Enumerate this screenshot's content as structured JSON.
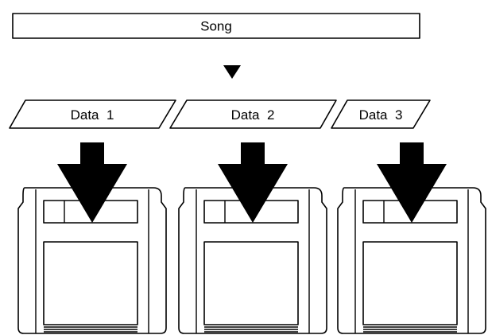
{
  "song": {
    "label": "Song"
  },
  "data_blocks": [
    {
      "label": "Data  1"
    },
    {
      "label": "Data  2"
    },
    {
      "label": "Data  3"
    }
  ],
  "colors": {
    "stroke": "#000000",
    "fill": "#ffffff"
  },
  "icons": {
    "flow": "down-triangle-icon",
    "write": "down-arrow-icon",
    "media": "floppy-disk-icon"
  }
}
